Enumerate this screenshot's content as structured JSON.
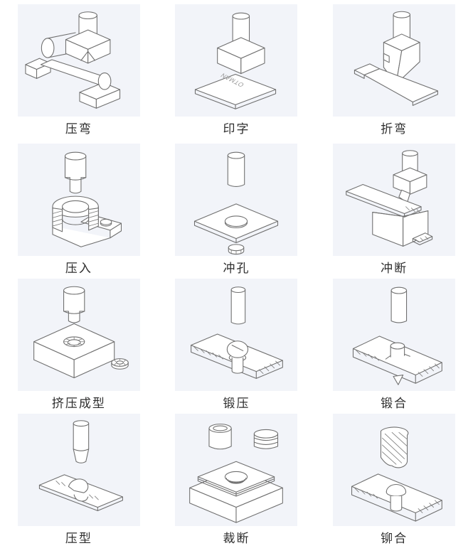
{
  "page": {
    "background": "#ffffff",
    "panel_tint": "#f2f4f9",
    "line_color": "#6f6f6f",
    "label_color": "#2e2e2e"
  },
  "cells": [
    {
      "id": "press-bending",
      "label": "压弯"
    },
    {
      "id": "stamping",
      "label": "印字",
      "plate_text": "OTMAN"
    },
    {
      "id": "folding",
      "label": "折弯"
    },
    {
      "id": "press-fitting",
      "label": "压入"
    },
    {
      "id": "hole-punching",
      "label": "冲孔"
    },
    {
      "id": "cut-off",
      "label": "冲断"
    },
    {
      "id": "extrusion-forming",
      "label": "挤压成型"
    },
    {
      "id": "forging",
      "label": "锻压"
    },
    {
      "id": "forge-joining",
      "label": "锻合"
    },
    {
      "id": "press-forming",
      "label": "压型"
    },
    {
      "id": "blanking",
      "label": "裁断"
    },
    {
      "id": "riveting",
      "label": "铆合"
    }
  ]
}
